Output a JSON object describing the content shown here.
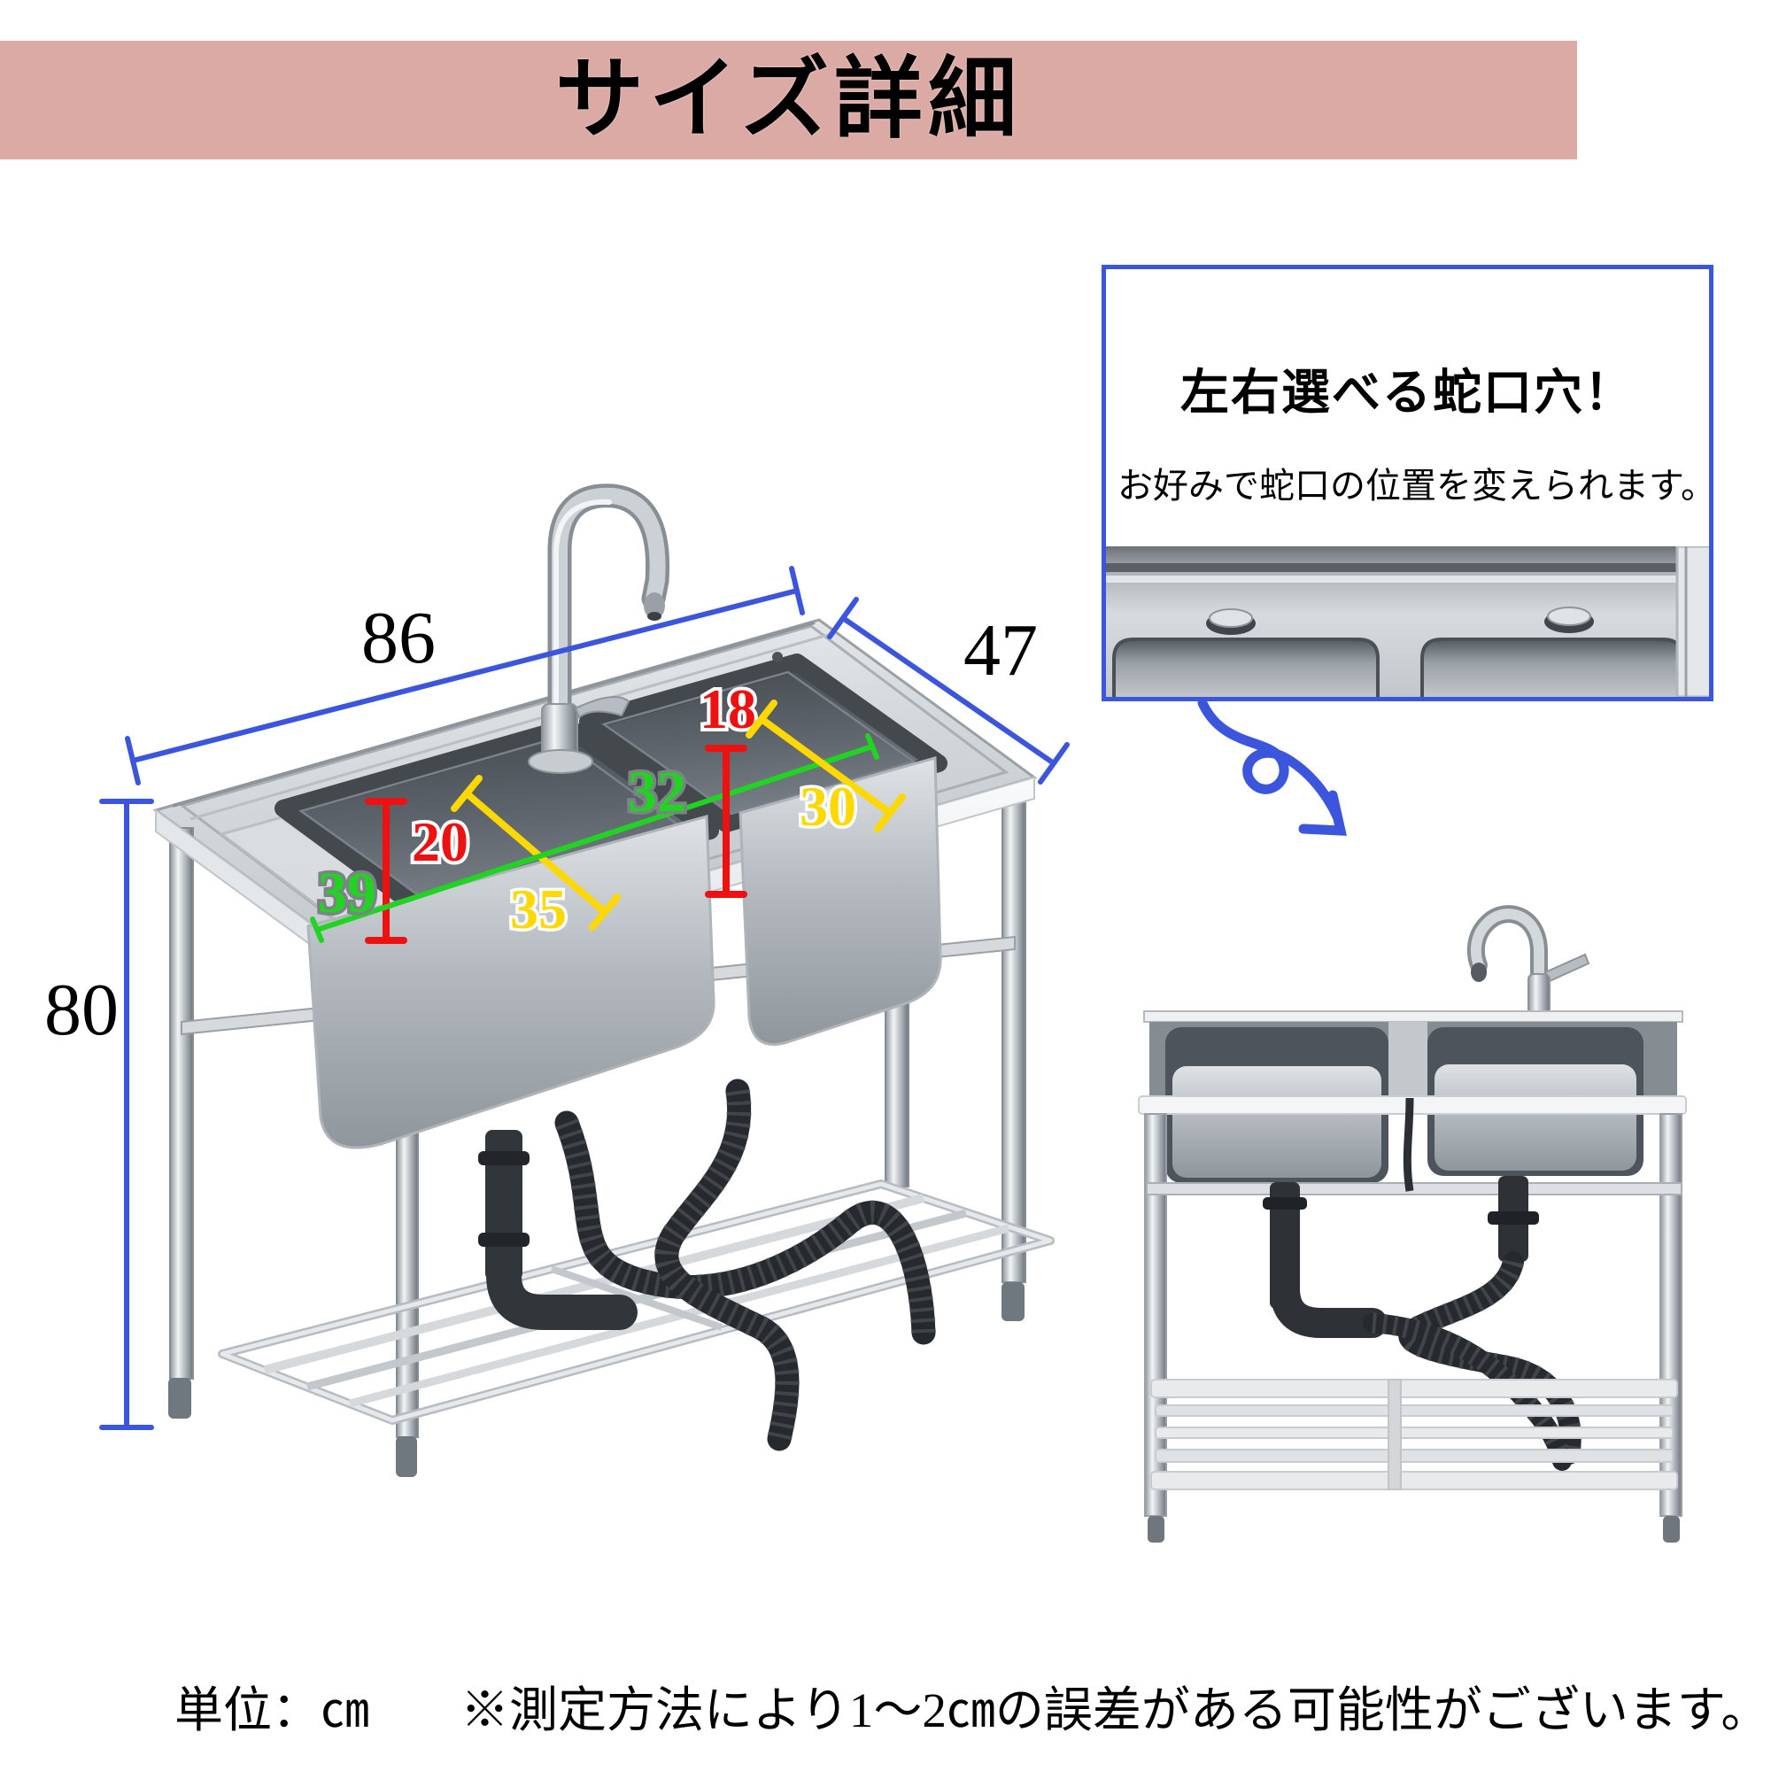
{
  "banner": {
    "title": "サイズ詳細",
    "bg_color": "#dcaaa4"
  },
  "diagram": {
    "unit_width": "86",
    "unit_depth": "47",
    "unit_height": "80",
    "left_bowl": {
      "depth": "20",
      "length": "35",
      "width": "39"
    },
    "right_bowl": {
      "depth": "18",
      "length": "30",
      "width": "32"
    }
  },
  "info_box": {
    "heading": "左右選べる蛇口穴！",
    "body": "お好みで蛇口の位置を変えられます。"
  },
  "footer": {
    "unit_label": "単位：㎝",
    "note": "※測定方法により1〜2㎝の誤差がある可能性がございます。"
  },
  "colors": {
    "banner_bg": "#dcaaa4",
    "accent_blue": "#3c55dd",
    "dim_red": "#ee1111",
    "dim_green": "#22d422",
    "dim_yellow": "#ffd800"
  },
  "icons": [
    "curved-arrow-icon"
  ]
}
